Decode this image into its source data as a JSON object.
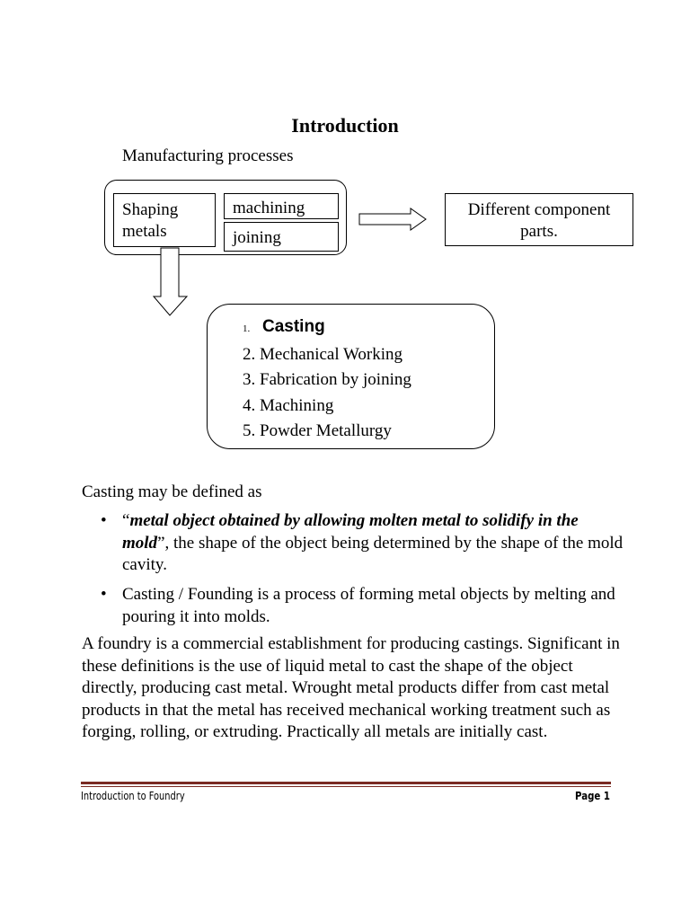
{
  "title": "Introduction",
  "subtitle": "Manufacturing processes",
  "diagram": {
    "shaping_line1": "Shaping",
    "shaping_line2": "metals",
    "machining": "machining",
    "joining": "joining",
    "result_line1": "Different component",
    "result_line2": "parts.",
    "processes": [
      {
        "num": "1.",
        "label": "Casting"
      },
      {
        "num": "2.",
        "label": "Mechanical Working"
      },
      {
        "num": "3.",
        "label": "Fabrication by joining"
      },
      {
        "num": "4.",
        "label": "Machining"
      },
      {
        "num": "5.",
        "label": "Powder Metallurgy"
      }
    ]
  },
  "definition": {
    "intro": "Casting may be defined as",
    "bullet1_open_quote": "“",
    "bullet1_italic": "metal object obtained by allowing molten metal to solidify in the mold",
    "bullet1_rest": "”, the shape of the object being determined by the shape of the mold cavity.",
    "bullet2": "Casting / Founding is a process of forming metal objects by melting and pouring it into molds.",
    "paragraph": "A foundry is a commercial establishment for producing castings. Significant in these definitions is the use of liquid metal to cast the shape of the object directly, producing cast metal. Wrought metal products differ from cast metal products in that the metal has received mechanical working treatment such as forging, rolling, or extruding. Practically all metals are initially cast."
  },
  "footer": {
    "left": "Introduction to Foundry",
    "right": "Page 1"
  }
}
